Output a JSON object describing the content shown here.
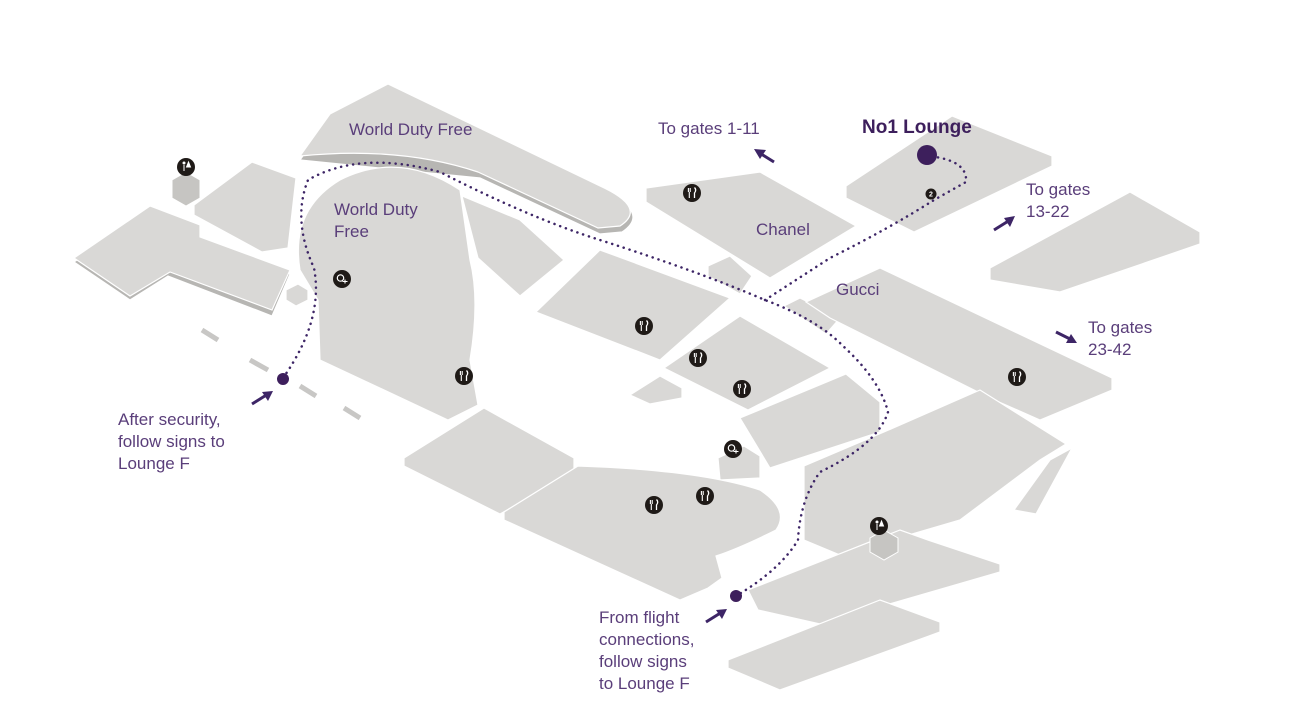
{
  "colors": {
    "building_fill": "#d9d8d6",
    "building_edge": "#b7b6b3",
    "building_stroke": "#ffffff",
    "route": "#3d2566",
    "label_text": "#5a3e7a",
    "icon_bg": "#1f1a17"
  },
  "labels": {
    "duty_free_top": "World Duty Free",
    "duty_free_left": [
      "World Duty",
      "Free"
    ],
    "chanel": "Chanel",
    "gucci": "Gucci",
    "gates_1_11": "To gates 1-11",
    "destination": "No1 Lounge",
    "gates_13_22": [
      "To gates",
      "13-22"
    ],
    "gates_23_42": [
      "To gates",
      "23-42"
    ],
    "after_security": [
      "After security,",
      "follow signs to",
      "Lounge F"
    ],
    "from_connections": [
      "From flight",
      "connections,",
      "follow signs",
      "to Lounge F"
    ]
  },
  "icons": {
    "restaurant": "restaurant-icon",
    "currency": "currency-exchange-icon",
    "baby_change": "baby-change-icon",
    "lift": "lift-icon"
  }
}
